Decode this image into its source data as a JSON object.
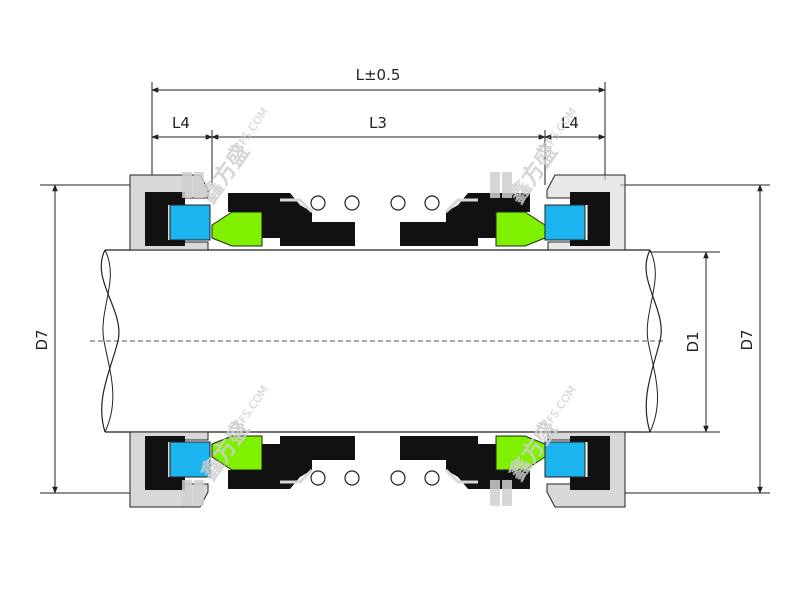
{
  "dimensions": {
    "overall_length": "L±0.5",
    "left_end": "L4",
    "middle": "L3",
    "right_end": "L4",
    "left_outer_diameter": "D7",
    "shaft_diameter": "D1",
    "right_outer_diameter": "D7"
  },
  "watermark": {
    "domain": "XFS.COM",
    "brand": "鑫方盛"
  },
  "colors": {
    "seal_ring_blue": "#1bb4ee",
    "bellows_green": "#7ff000",
    "gland_grey": "#d8d8d8",
    "body_black": "#111111"
  }
}
